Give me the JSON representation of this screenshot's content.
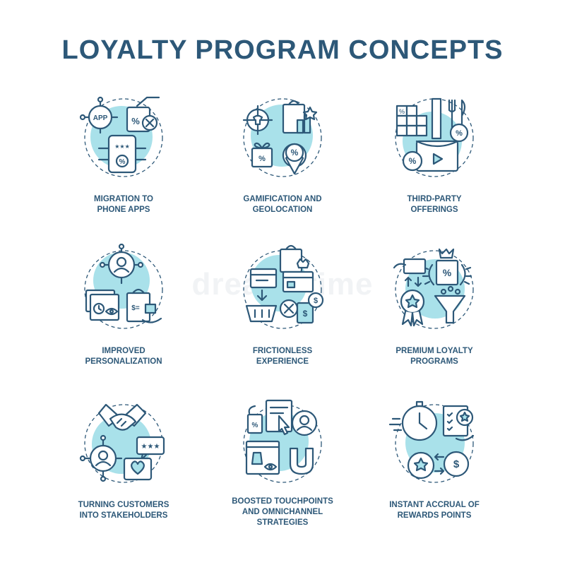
{
  "title": "LOYALTY PROGRAM CONCEPTS",
  "watermark": "dreamstime",
  "concepts": [
    {
      "label_line1": "MIGRATION TO",
      "label_line2": "PHONE APPS",
      "label_line3": "",
      "icon": "phone-apps-icon"
    },
    {
      "label_line1": "GAMIFICATION AND",
      "label_line2": "GEOLOCATION",
      "label_line3": "",
      "icon": "gamification-geolocation-icon"
    },
    {
      "label_line1": "THIRD-PARTY",
      "label_line2": "OFFERINGS",
      "label_line3": "",
      "icon": "third-party-offerings-icon"
    },
    {
      "label_line1": "IMPROVED",
      "label_line2": "PERSONALIZATION",
      "label_line3": "",
      "icon": "personalization-icon"
    },
    {
      "label_line1": "FRICTIONLESS",
      "label_line2": "EXPERIENCE",
      "label_line3": "",
      "icon": "frictionless-experience-icon"
    },
    {
      "label_line1": "PREMIUM LOYALTY",
      "label_line2": "PROGRAMS",
      "label_line3": "",
      "icon": "premium-loyalty-icon"
    },
    {
      "label_line1": "TURNING CUSTOMERS",
      "label_line2": "INTO STAKEHOLDERS",
      "label_line3": "",
      "icon": "stakeholders-icon"
    },
    {
      "label_line1": "BOOSTED TOUCHPOINTS",
      "label_line2": "AND OMNICHANNEL",
      "label_line3": "STRATEGIES",
      "icon": "omnichannel-icon"
    },
    {
      "label_line1": "INSTANT ACCRUAL OF",
      "label_line2": "REWARDS POINTS",
      "label_line3": "",
      "icon": "rewards-points-icon"
    }
  ],
  "icon_text": {
    "app": "APP",
    "percent": "%",
    "dollar": "$",
    "stars": "★★★",
    "dollar_equals": "$="
  },
  "colors": {
    "primary": "#2d5878",
    "accent": "#a9e1ea",
    "background": "#ffffff"
  }
}
